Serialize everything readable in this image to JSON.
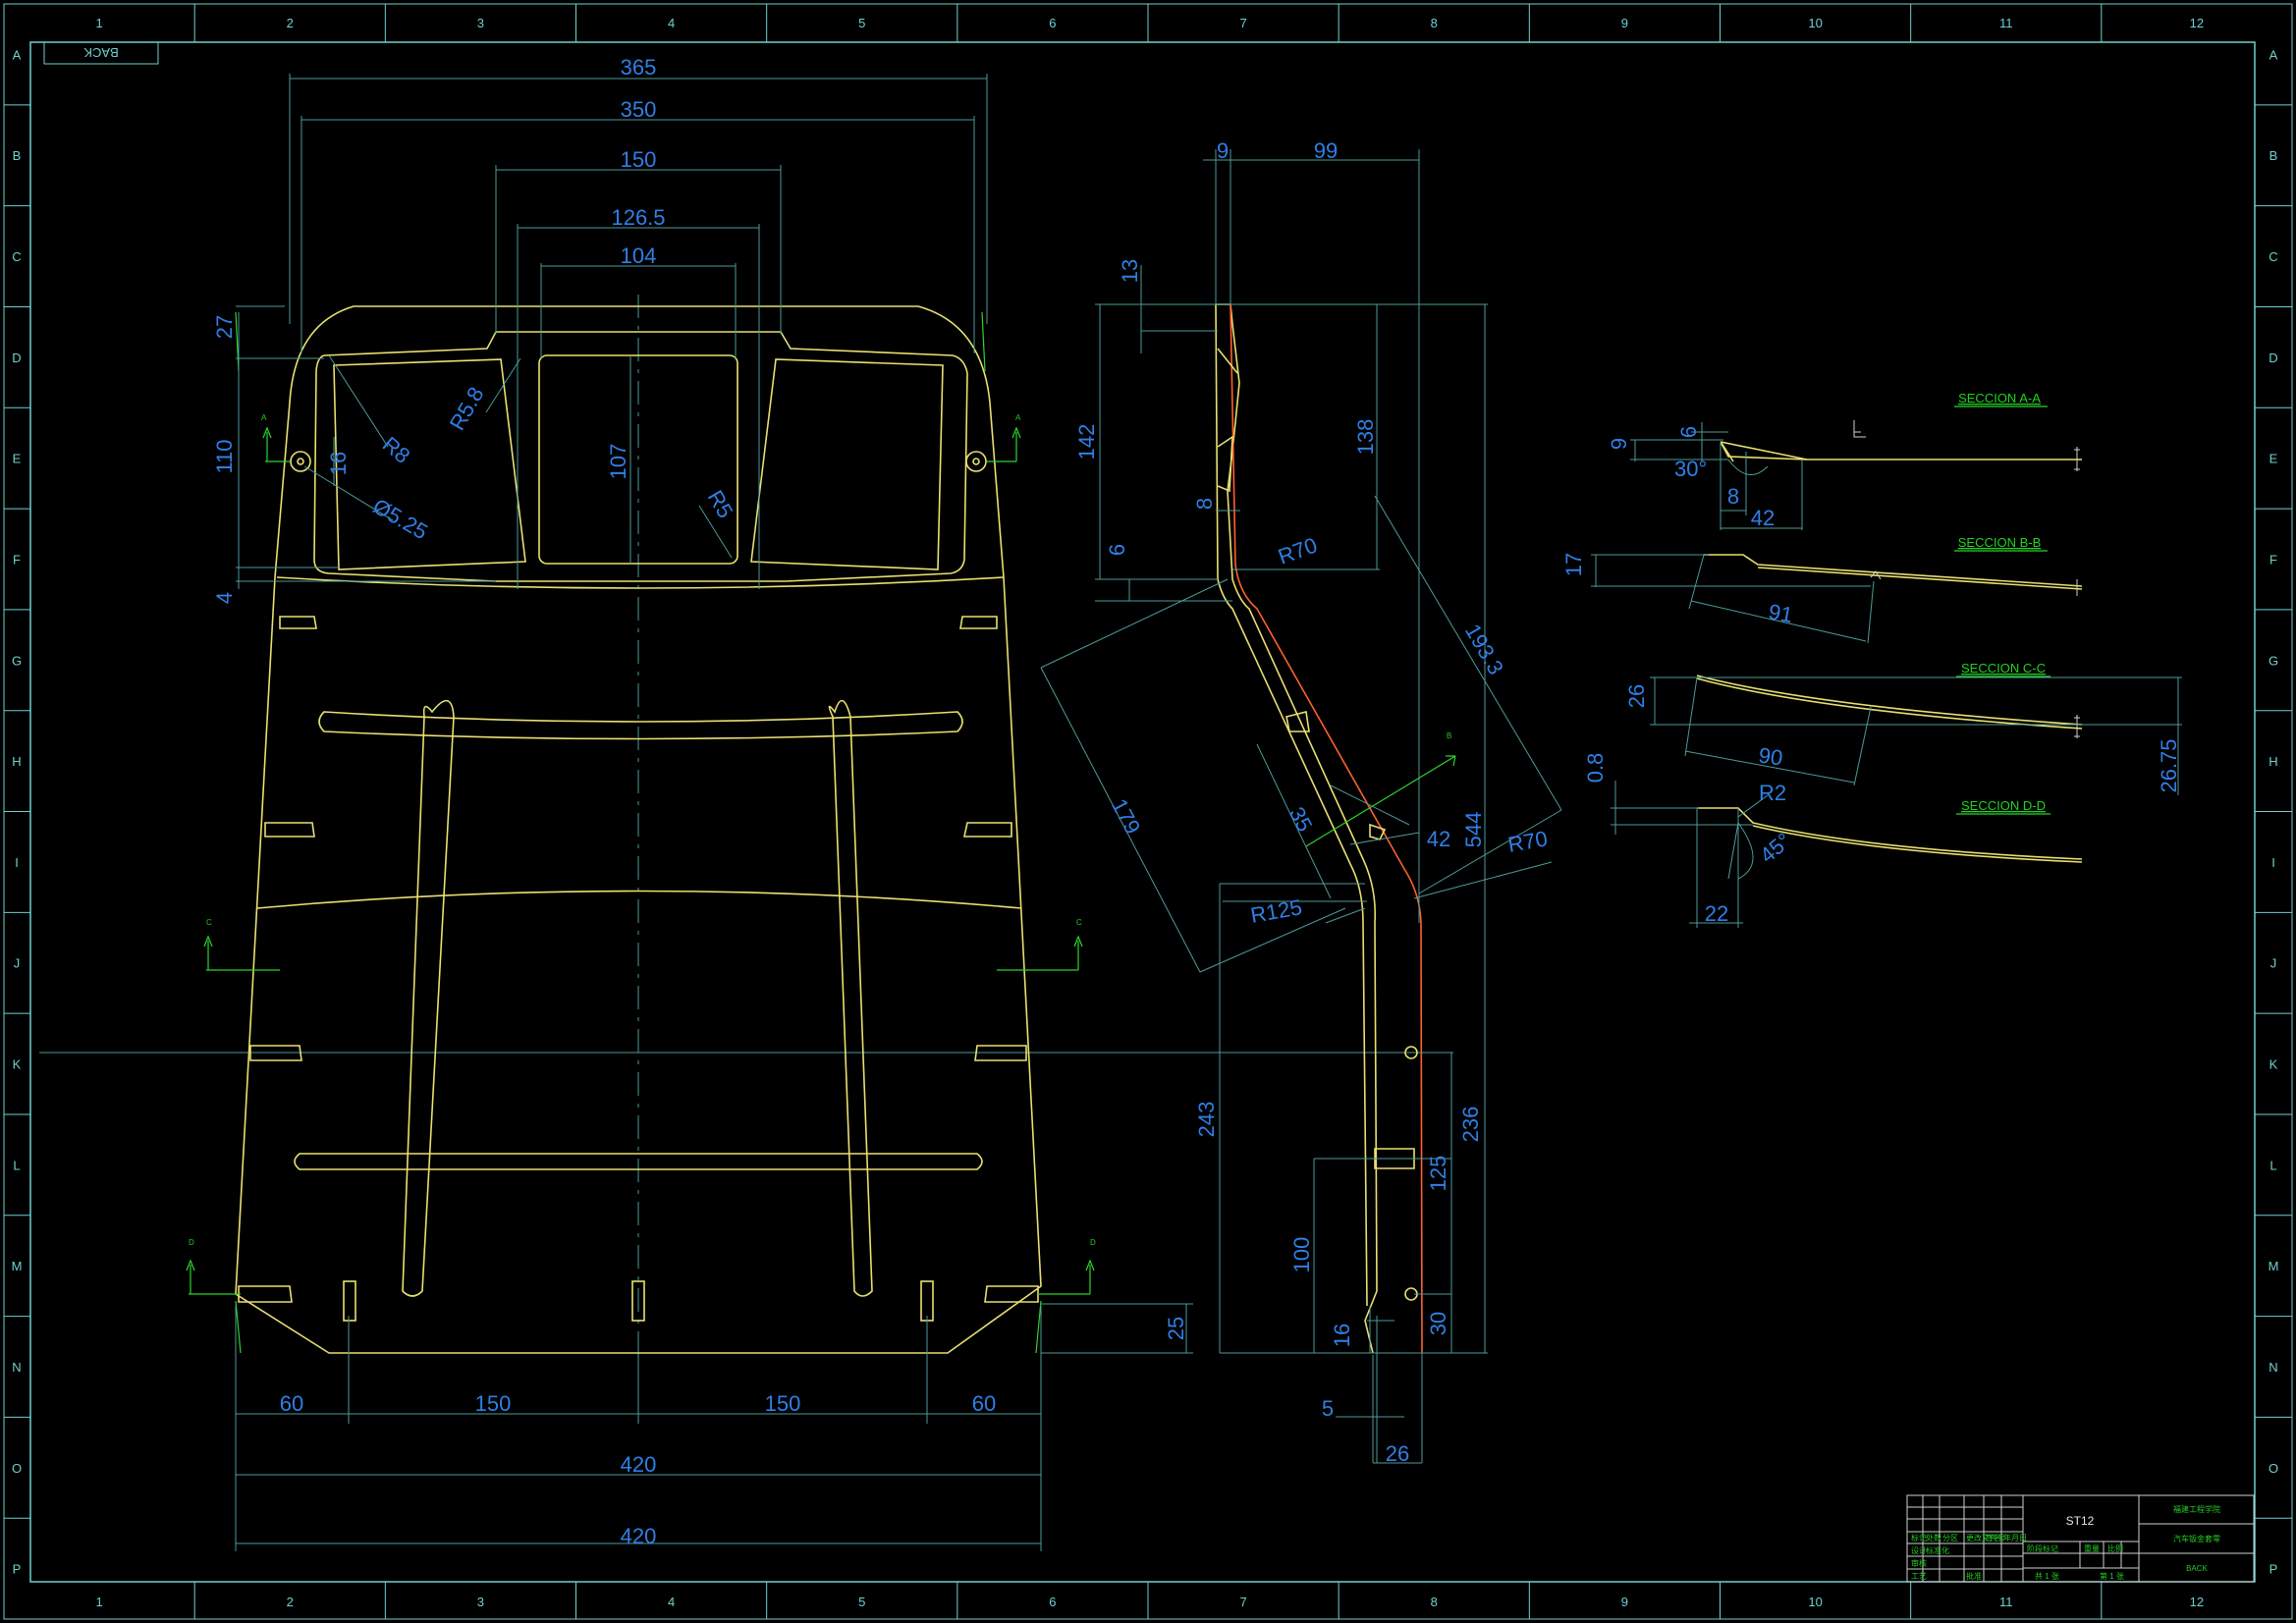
{
  "back_label": "BACK",
  "grid": {
    "columns": [
      "1",
      "2",
      "3",
      "4",
      "5",
      "6",
      "7",
      "8",
      "9",
      "10",
      "11",
      "12"
    ],
    "rows": [
      "A",
      "B",
      "C",
      "D",
      "E",
      "F",
      "G",
      "H",
      "I",
      "J",
      "K",
      "L",
      "M",
      "N",
      "O",
      "P"
    ]
  },
  "front_view": {
    "dims_top": [
      "365",
      "350",
      "150",
      "126.5",
      "104"
    ],
    "dims_left": [
      "27",
      "110",
      "4",
      "16"
    ],
    "radii": [
      "R8",
      "R5.8",
      "R5",
      "Ø5.25"
    ],
    "window_height": "107",
    "dims_bottom": [
      "60",
      "150",
      "150",
      "60"
    ],
    "width_a": "420",
    "width_b": "420",
    "chamfer": "25",
    "section_marks": [
      "A",
      "A",
      "C",
      "C",
      "D",
      "D"
    ]
  },
  "side_view": {
    "top": [
      "9",
      "99"
    ],
    "left": [
      "13",
      "142",
      "6",
      "8"
    ],
    "radii": [
      "R70",
      "R125",
      "R70"
    ],
    "diag": [
      "138",
      "193.3",
      "179",
      "35",
      "42",
      "544"
    ],
    "lower": [
      "243",
      "236",
      "125",
      "100",
      "16",
      "30",
      "5",
      "26"
    ],
    "arrow_label": "B"
  },
  "sections": {
    "a": {
      "title": "SECCION A-A",
      "dims": [
        "6",
        "9",
        "30°",
        "8",
        "42"
      ]
    },
    "b": {
      "title": "SECCION B-B",
      "dims": [
        "17",
        "91"
      ]
    },
    "c": {
      "title": "SECCION C-C",
      "dims": [
        "26",
        "90",
        "26.75"
      ]
    },
    "d": {
      "title": "SECCION D-D",
      "dims": [
        "0.8",
        "R2",
        "45°",
        "22"
      ]
    }
  },
  "title_block": {
    "material": "ST12",
    "company": "福建工程学院",
    "drawing_name": "汽车钣金套零",
    "part_name": "BACK",
    "small_text": [
      "标记",
      "处数",
      "分区",
      "更改文件号",
      "签名",
      "年月日",
      "设计",
      "标准化",
      "阶段标记",
      "重量",
      "比例",
      "审核",
      "工艺",
      "批准",
      "共 1 张",
      "第 1 张"
    ]
  },
  "colors": {
    "frame": "#6fd0d0",
    "outline": "#e8e070",
    "dimension": "#2f7fe6",
    "offset_line": "#ff6030",
    "section_title": "#21d321"
  }
}
